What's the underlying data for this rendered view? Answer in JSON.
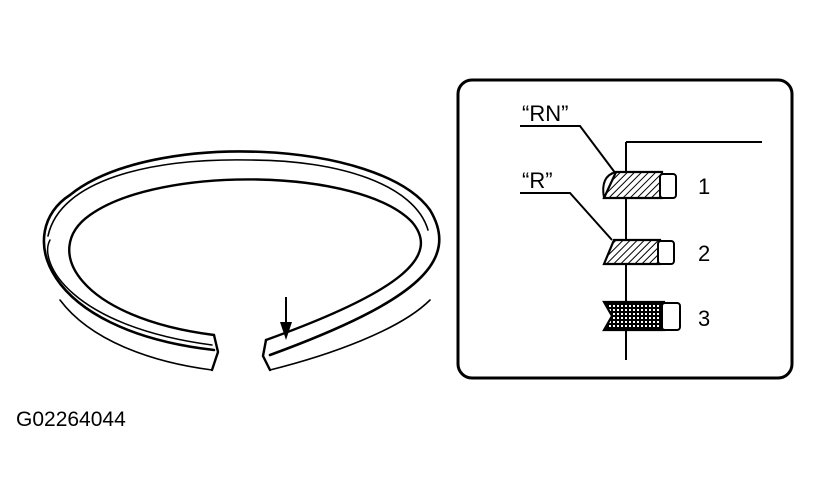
{
  "figure": {
    "code": "G02264044"
  },
  "inset": {
    "marks": [
      "“RN”",
      "“R”"
    ],
    "rings": [
      {
        "number": "1",
        "fill": "hatch"
      },
      {
        "number": "2",
        "fill": "hatch"
      },
      {
        "number": "3",
        "fill": "crosshatch"
      }
    ]
  },
  "colors": {
    "ink": "#000000",
    "paper": "#ffffff"
  },
  "icons": [
    "down-arrow-icon"
  ]
}
